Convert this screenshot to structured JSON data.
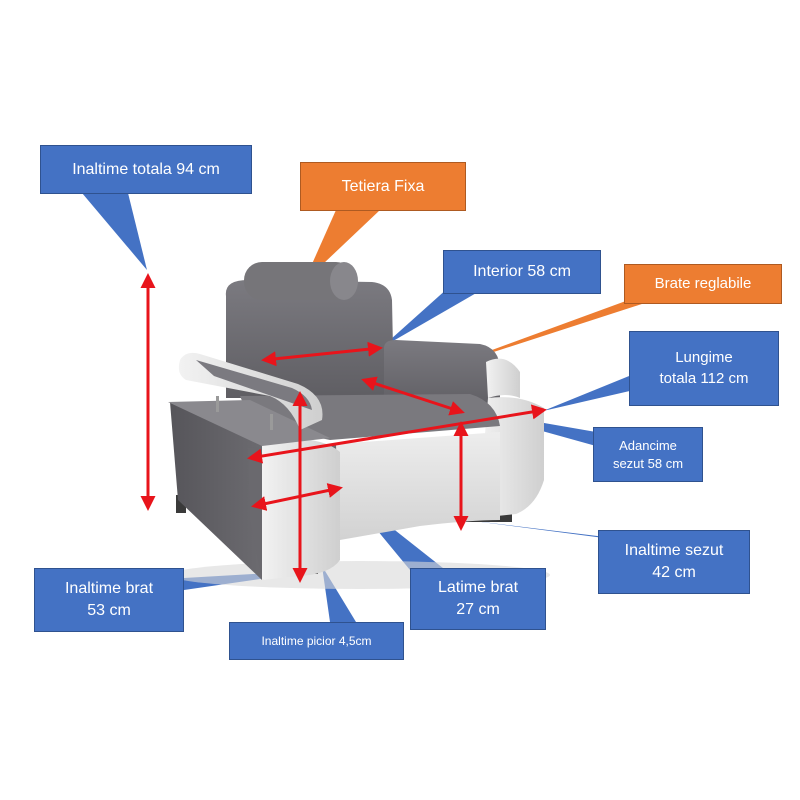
{
  "labels": {
    "inaltime_totala": "Inaltime totala 94 cm",
    "tetiera": "Tetiera Fixa",
    "interior": "Interior 58 cm",
    "brate": "Brate reglabile",
    "lungime_line1": "Lungime",
    "lungime_line2": "totala 112 cm",
    "adancime_line1": "Adancime",
    "adancime_line2": "sezut 58 cm",
    "inaltime_sezut_line1": "Inaltime sezut",
    "inaltime_sezut_line2": "42 cm",
    "inaltime_brat_line1": "Inaltime brat",
    "inaltime_brat_line2": "53 cm",
    "latime_brat_line1": "Latime brat",
    "latime_brat_line2": "27 cm",
    "inaltime_picior": "Inaltime picior 4,5cm"
  },
  "colors": {
    "callout_blue": "#4472c4",
    "callout_orange": "#ed7d31",
    "arrow_red": "#e8141b",
    "fabric_gray": "#6f6d73",
    "leather_white": "#e4e4e4"
  }
}
